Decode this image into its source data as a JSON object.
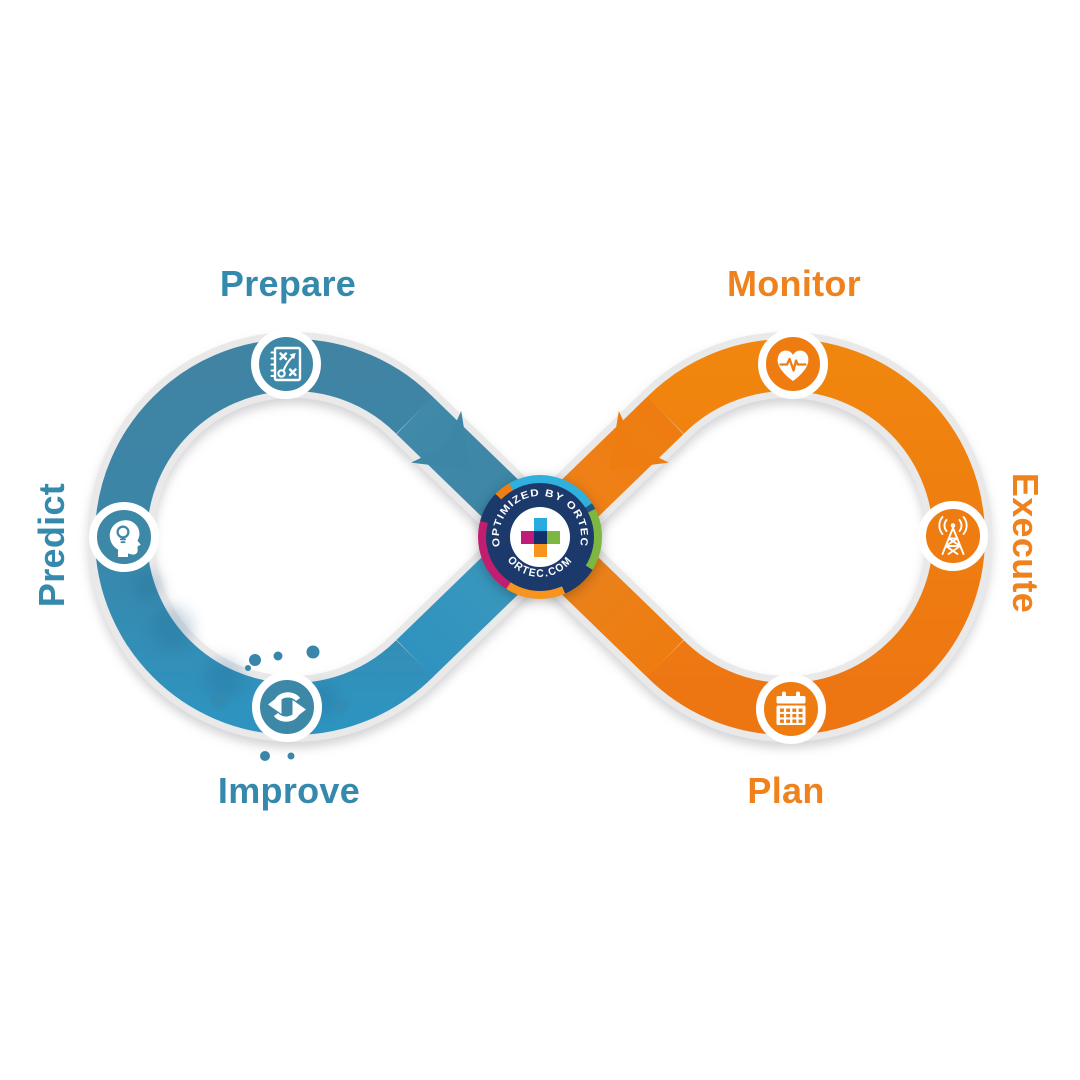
{
  "diagram": {
    "type": "infinity-loop-process",
    "track_color": "#e9e9ea",
    "badge": {
      "arc_top": "OPTIMIZED BY ORTEC",
      "arc_bottom": "ORTEC.COM",
      "logo": "ortec-plus-logo",
      "ring_color": "#1b3a6b",
      "rim_colors": [
        "#2fb0dd",
        "#7db742",
        "#1b3a6b",
        "#f7941d",
        "#c21e70",
        "#ef7d12"
      ],
      "logo_colors": {
        "top": "#29abe2",
        "left": "#c01b78",
        "center": "#14306b",
        "right": "#7db742",
        "bottom": "#f7941d"
      }
    },
    "loops": {
      "left": {
        "band_color": "#3d87a7",
        "label_color": "#3589ac",
        "stages": [
          {
            "label": "Prepare",
            "icon": "strategy-playbook-icon",
            "position": "top"
          },
          {
            "label": "Predict",
            "icon": "head-lightbulb-icon",
            "position": "left"
          },
          {
            "label": "Improve",
            "icon": "sync-arrows-icon",
            "position": "bottom"
          }
        ]
      },
      "right": {
        "band_color": "#ee7c10",
        "label_color": "#f0821e",
        "stages": [
          {
            "label": "Monitor",
            "icon": "heartbeat-heart-icon",
            "position": "top"
          },
          {
            "label": "Execute",
            "icon": "broadcast-tower-icon",
            "position": "right"
          },
          {
            "label": "Plan",
            "icon": "calendar-icon",
            "position": "bottom"
          }
        ]
      }
    }
  }
}
